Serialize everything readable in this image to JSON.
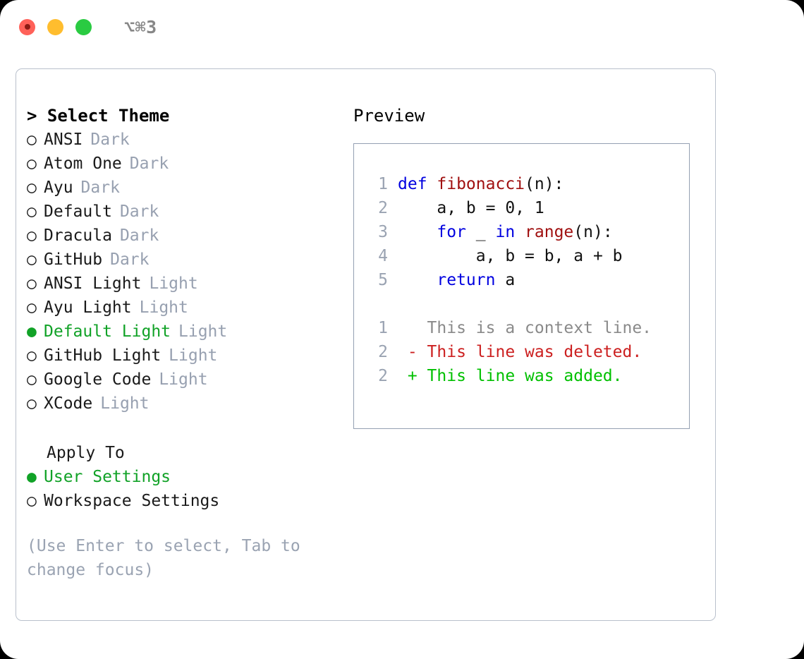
{
  "titlebar": {
    "shortcut": "⌥⌘3",
    "lights": [
      "close-button",
      "minimize-button",
      "maximize-button"
    ]
  },
  "theme_list": {
    "header": "> Select Theme",
    "items": [
      {
        "bullet": "○",
        "label": "ANSI",
        "tag": "Dark",
        "selected": false
      },
      {
        "bullet": "○",
        "label": "Atom One",
        "tag": "Dark",
        "selected": false
      },
      {
        "bullet": "○",
        "label": "Ayu",
        "tag": "Dark",
        "selected": false
      },
      {
        "bullet": "○",
        "label": "Default",
        "tag": "Dark",
        "selected": false
      },
      {
        "bullet": "○",
        "label": "Dracula",
        "tag": "Dark",
        "selected": false
      },
      {
        "bullet": "○",
        "label": "GitHub",
        "tag": "Dark",
        "selected": false
      },
      {
        "bullet": "○",
        "label": "ANSI Light",
        "tag": "Light",
        "selected": false
      },
      {
        "bullet": "○",
        "label": "Ayu Light",
        "tag": "Light",
        "selected": false
      },
      {
        "bullet": "●",
        "label": "Default Light",
        "tag": "Light",
        "selected": true
      },
      {
        "bullet": "○",
        "label": "GitHub Light",
        "tag": "Light",
        "selected": false
      },
      {
        "bullet": "○",
        "label": "Google Code",
        "tag": "Light",
        "selected": false
      },
      {
        "bullet": "○",
        "label": "XCode",
        "tag": "Light",
        "selected": false
      }
    ]
  },
  "apply_to": {
    "title": "Apply To",
    "items": [
      {
        "bullet": "●",
        "label": "User Settings",
        "selected": true
      },
      {
        "bullet": "○",
        "label": "Workspace Settings",
        "selected": false
      }
    ]
  },
  "hint": "(Use Enter to select, Tab to change focus)",
  "preview": {
    "title": "Preview",
    "code_lines": [
      {
        "num": "1",
        "tokens": [
          {
            "t": "def ",
            "c": "kw"
          },
          {
            "t": "fibonacci",
            "c": "fn"
          },
          {
            "t": "(n):",
            "c": "plain"
          }
        ]
      },
      {
        "num": "2",
        "tokens": [
          {
            "t": "    a, b = 0, 1",
            "c": "plain"
          }
        ]
      },
      {
        "num": "3",
        "tokens": [
          {
            "t": "    ",
            "c": "plain"
          },
          {
            "t": "for",
            "c": "kw"
          },
          {
            "t": " _ ",
            "c": "plain"
          },
          {
            "t": "in",
            "c": "kw"
          },
          {
            "t": " ",
            "c": "plain"
          },
          {
            "t": "range",
            "c": "fn"
          },
          {
            "t": "(n):",
            "c": "plain"
          }
        ]
      },
      {
        "num": "4",
        "tokens": [
          {
            "t": "        a, b = b, a + b",
            "c": "plain"
          }
        ]
      },
      {
        "num": "5",
        "tokens": [
          {
            "t": "    ",
            "c": "plain"
          },
          {
            "t": "return",
            "c": "kw"
          },
          {
            "t": " a",
            "c": "plain"
          }
        ]
      }
    ],
    "diff_lines": [
      {
        "num": "1",
        "text": "   This is a context line.",
        "kind": "context"
      },
      {
        "num": "2",
        "text": " - This line was deleted.",
        "kind": "del"
      },
      {
        "num": "2",
        "text": " + This line was added.",
        "kind": "add"
      }
    ]
  },
  "colors": {
    "accent_green": "#11a227",
    "diff_add_green": "#00c000",
    "diff_del_red": "#cc2020",
    "keyword_blue": "#0000e0",
    "function_red": "#a01010",
    "muted_gray": "#97a0b0",
    "border": "#b9c0cc"
  }
}
